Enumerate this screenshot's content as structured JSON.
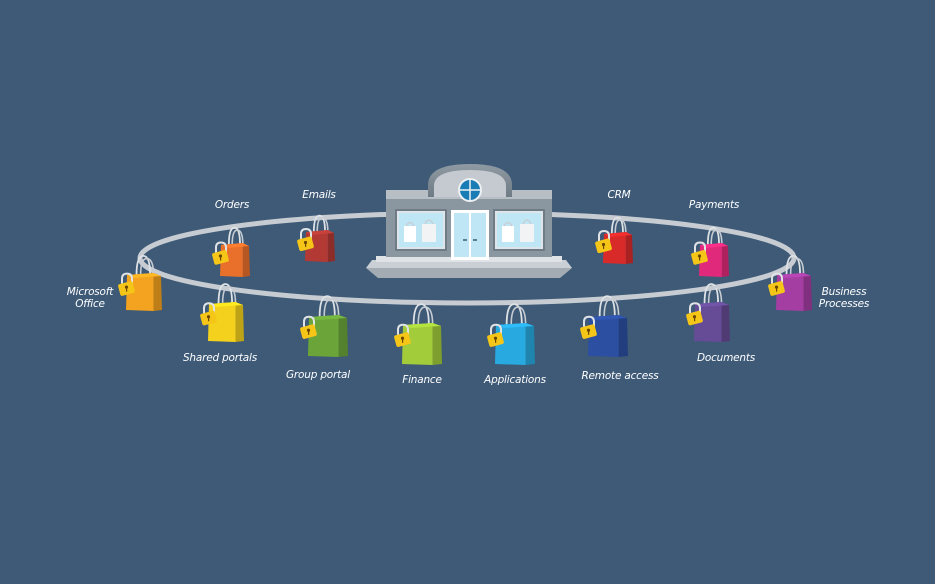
{
  "diagram": {
    "background": "#3e5a77",
    "ring_color": "#c7ccd2",
    "lock_color": "#f5c518",
    "center": {
      "name": "store-building-icon"
    },
    "bags": [
      {
        "id": "microsoft-office",
        "label": "Microsoft\nOffice",
        "color": "#f3a31f"
      },
      {
        "id": "orders",
        "label": "Orders",
        "color": "#e9702a"
      },
      {
        "id": "shared-portals",
        "label": "Shared portals",
        "color": "#f4d11c"
      },
      {
        "id": "emails",
        "label": "Emails",
        "color": "#b33a34"
      },
      {
        "id": "group-portal",
        "label": "Group portal",
        "color": "#6ba53a"
      },
      {
        "id": "finance",
        "label": "Finance",
        "color": "#a2cc3a"
      },
      {
        "id": "applications",
        "label": "Applications",
        "color": "#28a9df"
      },
      {
        "id": "remote-access",
        "label": "Remote access",
        "color": "#2c4fa2"
      },
      {
        "id": "crm",
        "label": "CRM",
        "color": "#d92a2a"
      },
      {
        "id": "documents",
        "label": "Documents",
        "color": "#664b96"
      },
      {
        "id": "payments",
        "label": "Payments",
        "color": "#e0297a"
      },
      {
        "id": "business-processes",
        "label": "Business\nProcesses",
        "color": "#a53ea3"
      }
    ]
  }
}
